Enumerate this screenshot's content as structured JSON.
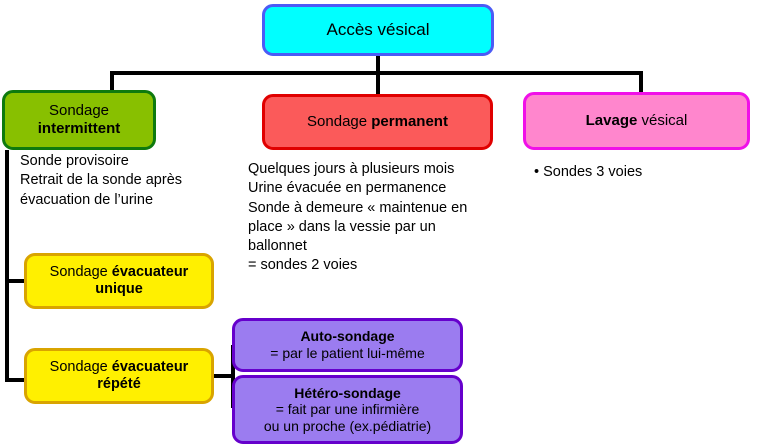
{
  "diagram": {
    "title": "Accès vésical",
    "nodes": {
      "root": {
        "label_plain": "Accès vésical",
        "color": "#00FFFF",
        "border_color": "#4C5BF5"
      },
      "intermittent": {
        "label_regular": "Sondage ",
        "label_bold": "intermittent",
        "color": "#88C000",
        "border_color": "#0E7A0E"
      },
      "permanent": {
        "label_regular": "Sondage ",
        "label_bold": "permanent",
        "color": "#FB5A5A",
        "border_color": "#E00000"
      },
      "lavage": {
        "label_bold": "Lavage",
        "label_regular": " vésical",
        "color": "#FF86CD",
        "border_color": "#F010E8"
      },
      "evacuateur_unique": {
        "label_regular": "Sondage ",
        "label_bold": "évacuateur unique",
        "color": "#FFF000",
        "border_color": "#D9A400"
      },
      "evacuateur_repete": {
        "label_regular": "Sondage ",
        "label_bold": "évacuateur répété",
        "color": "#FFF000",
        "border_color": "#D9A400"
      },
      "auto_sondage": {
        "title": "Auto-sondage",
        "detail": "= par le patient lui-même",
        "color": "#9B7CF0",
        "border_color": "#6600CC"
      },
      "hetero_sondage": {
        "title": "Hétéro-sondage",
        "detail_line1": "= fait par une infirmière",
        "detail_line2": "ou un proche (ex.pédiatrie)",
        "color": "#9B7CF0",
        "border_color": "#6600CC"
      }
    },
    "notes": {
      "intermittent": "Sonde provisoire\nRetrait de la sonde après\névacuation de l’urine",
      "permanent": "Quelques jours à plusieurs mois\nUrine évacuée en permanence\nSonde à demeure « maintenue en\nplace » dans la vessie par un\nballonnet\n= sondes 2 voies",
      "lavage": "• Sondes 3 voies"
    }
  }
}
